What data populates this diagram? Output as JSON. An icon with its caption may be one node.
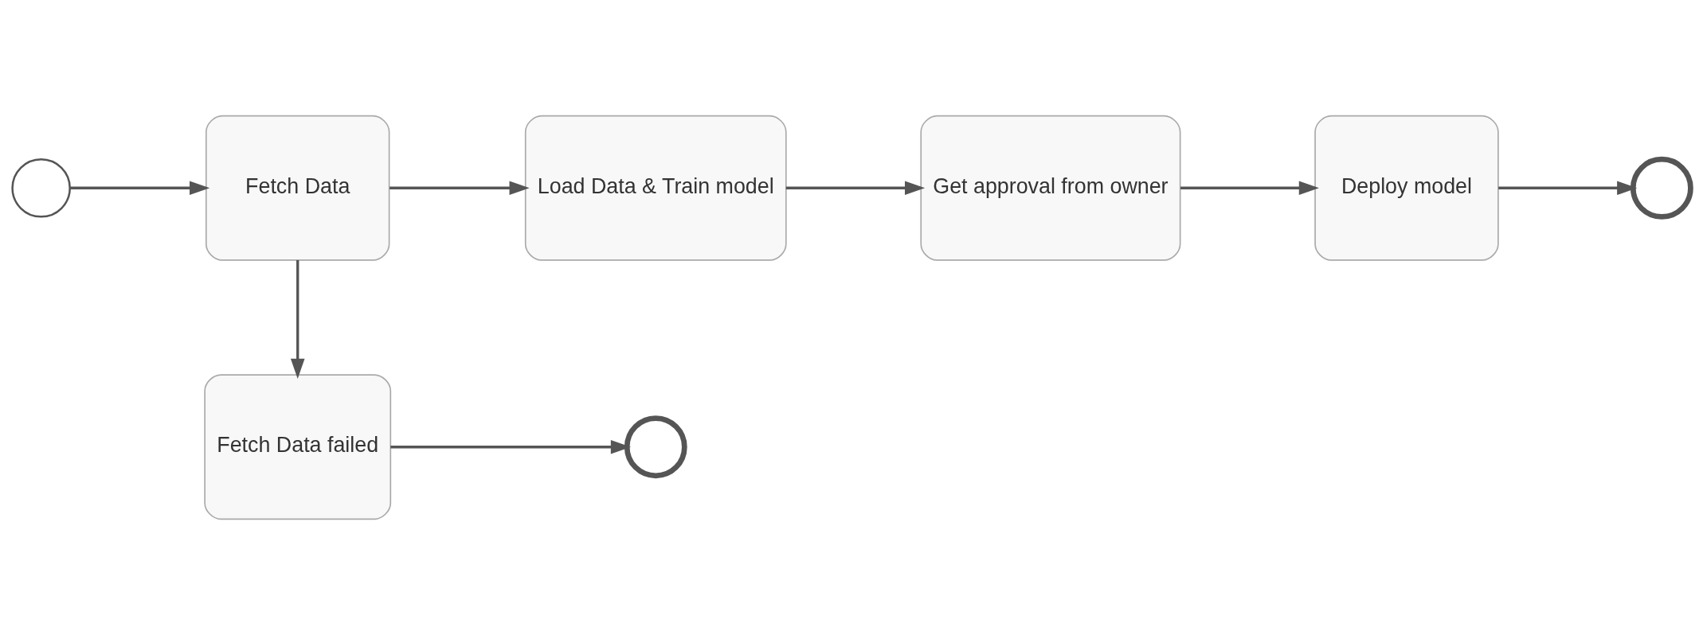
{
  "diagram": {
    "nodes": [
      {
        "text": [],
        "shape": "circle"
      },
      {
        "text": [
          "Fetch Data"
        ]
      },
      {
        "text": [
          "Load Data & Train model"
        ]
      },
      {
        "text": [
          "Get approval from owner"
        ]
      },
      {
        "text": [
          "Deploy model"
        ]
      },
      {
        "text": [],
        "shape": "circle"
      },
      {
        "text": [
          "Fetch Data failed"
        ]
      },
      {
        "text": [],
        "shape": "circle"
      }
    ],
    "edges": [
      {
        "from": 0,
        "to": 1,
        "arrow": "to"
      },
      {
        "from": 1,
        "to": 2,
        "arrow": "to"
      },
      {
        "from": 2,
        "to": 3,
        "arrow": "to"
      },
      {
        "from": 3,
        "to": 4,
        "arrow": "to"
      },
      {
        "from": 4,
        "to": 5,
        "arrow": "to"
      },
      {
        "from": 1,
        "to": 6,
        "arrow": "to"
      },
      {
        "from": 6,
        "to": 7,
        "arrow": "to"
      }
    ]
  }
}
